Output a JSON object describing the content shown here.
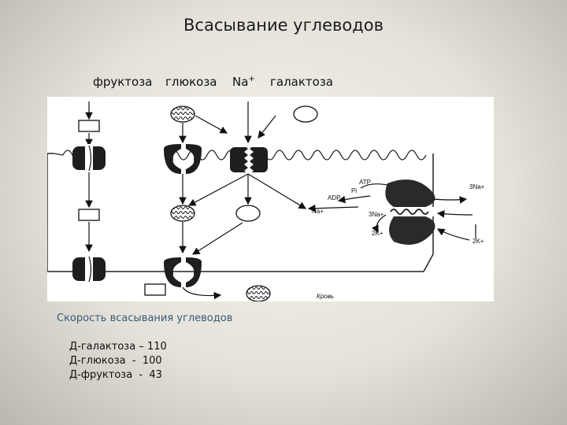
{
  "title": "Всасывание углеводов",
  "top_labels": {
    "fructose": "фруктоза",
    "glucose": "глюкоза",
    "sodium_base": "Na",
    "sodium_sup": "+",
    "galactose": "галактоза"
  },
  "figure": {
    "atp": "ATP",
    "pi": "Pi",
    "adp": "ADP",
    "na_out": "Na+",
    "na3_top": "3Na+",
    "na3_mid": "3Na+",
    "k2_left": "2K+",
    "k2_right": "2K+",
    "blood": "Кровь"
  },
  "subtitle": "Скорость всасывания углеводов",
  "rates": [
    "Д-галактоза – 110",
    "Д-глюкоза  -  100",
    "Д-фруктоза  -  43"
  ]
}
